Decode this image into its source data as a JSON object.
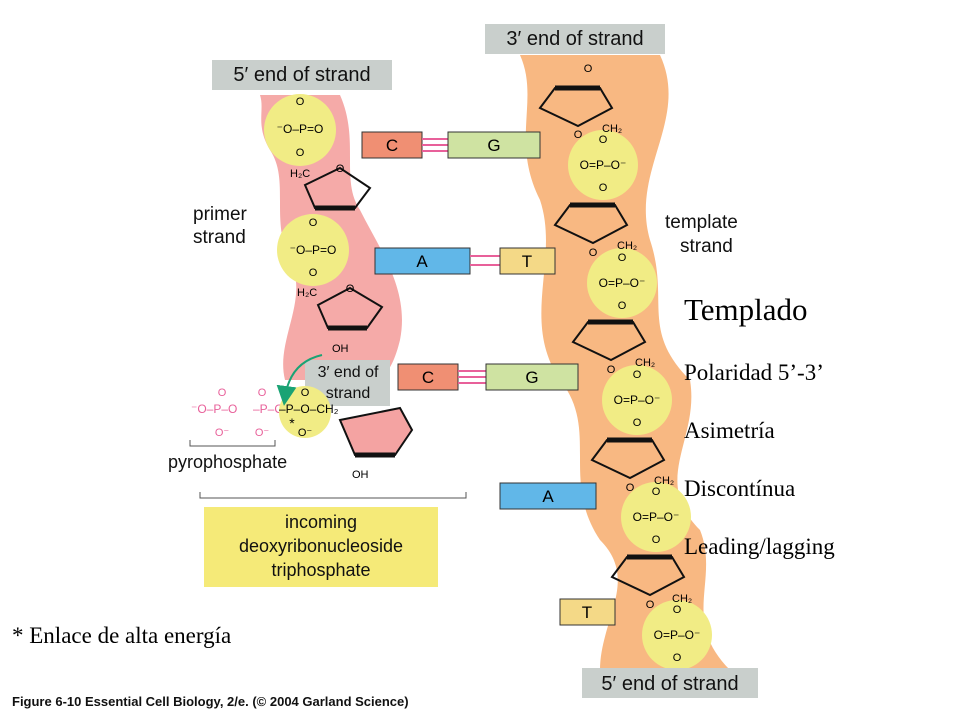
{
  "labels": {
    "five_prime_top": "5′ end of strand",
    "three_prime_top": "3′ end of strand",
    "primer_strand": [
      "primer",
      "strand"
    ],
    "template_strand": [
      "template",
      "strand"
    ],
    "three_prime_primer": [
      "3′ end of",
      "strand"
    ],
    "pyrophosphate": "pyrophosphate",
    "incoming": [
      "incoming",
      "deoxyribonucleoside",
      "triphosphate"
    ],
    "five_prime_bottom": "5′ end of strand",
    "caption": "Figure 6-10  Essential Cell Biology, 2/e. (© 2004 Garland Science)"
  },
  "bases": {
    "pair1": {
      "left": "C",
      "right": "G"
    },
    "pair2": {
      "left": "A",
      "right": "T"
    },
    "pair3": {
      "left": "C",
      "right": "G"
    },
    "unpaired1": "A",
    "unpaired2": "T"
  },
  "chem": {
    "phosphate_left": "⁻O–P=O",
    "phosphate_right": "O=P–O⁻",
    "oxy": "O",
    "h2c": "H₂C",
    "ch2": "CH₂",
    "oh": "OH",
    "star": "*",
    "triphosphate_p1": "⁻O–P–O",
    "triphosphate_p2": "–P–O",
    "triphosphate_p3": "–P–O–CH₂",
    "ominus": "O⁻"
  },
  "notes": {
    "title": "Templado",
    "items": [
      "Polaridad 5’-3’",
      "Asimetría",
      "Discontínua",
      "Leading/lagging"
    ],
    "footnote": "* Enlace de alta energía"
  },
  "colors": {
    "primer": "#f5aaa8",
    "template": "#f8b882",
    "phosphate": "#f1ec85",
    "C": "#f08f73",
    "G": "#cfe3a2",
    "A": "#61b7e8",
    "T": "#f4d987",
    "label_bg": "#c9cfcc",
    "pink": "#e8609a",
    "arrow": "#1aa374"
  }
}
